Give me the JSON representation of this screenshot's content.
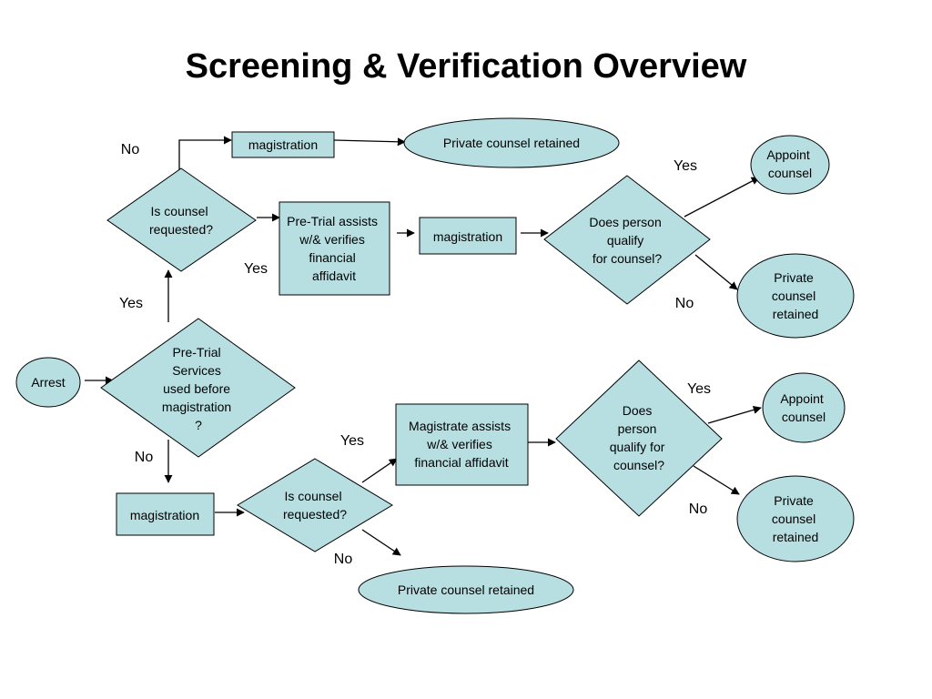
{
  "title": "Screening & Verification Overview",
  "colors": {
    "node_fill": "#b7dfe2",
    "stroke": "#000000"
  },
  "nodes": {
    "arrest": "Arrest",
    "pretrial_used": [
      "Pre-Trial",
      "Services",
      "used before",
      "magistration",
      "?"
    ],
    "top_counsel_requested": [
      "Is counsel",
      "requested?"
    ],
    "top_magistration": "magistration",
    "top_private_counsel": "Private counsel retained",
    "pretrial_assists": [
      "Pre-Trial assists",
      "w/& verifies",
      "financial",
      "affidavit"
    ],
    "mid_magistration": "magistration",
    "top_does_qualify": [
      "Does person",
      "qualify",
      "for counsel?"
    ],
    "top_appoint_counsel": [
      "Appoint",
      "counsel"
    ],
    "top_right_private": [
      "Private",
      "counsel",
      "retained"
    ],
    "bottom_magistration": "magistration",
    "bottom_counsel_requested": [
      "Is counsel",
      "requested?"
    ],
    "magistrate_assists": [
      "Magistrate assists",
      "w/& verifies",
      "financial affidavit"
    ],
    "bottom_private_counsel": "Private counsel retained",
    "bottom_does_qualify": [
      "Does",
      "person",
      "qualify for",
      "counsel?"
    ],
    "bottom_appoint_counsel": [
      "Appoint",
      "counsel"
    ],
    "bottom_right_private": [
      "Private",
      "counsel",
      "retained"
    ]
  },
  "edge_labels": {
    "top_no": "No",
    "top_yes_pretrial": "Yes",
    "pretrial_yes": "Yes",
    "top_qualify_yes": "Yes",
    "top_qualify_no": "No",
    "pretrial_no": "No",
    "bottom_yes": "Yes",
    "bottom_no": "No",
    "bottom_qualify_yes": "Yes",
    "bottom_qualify_no": "No"
  }
}
